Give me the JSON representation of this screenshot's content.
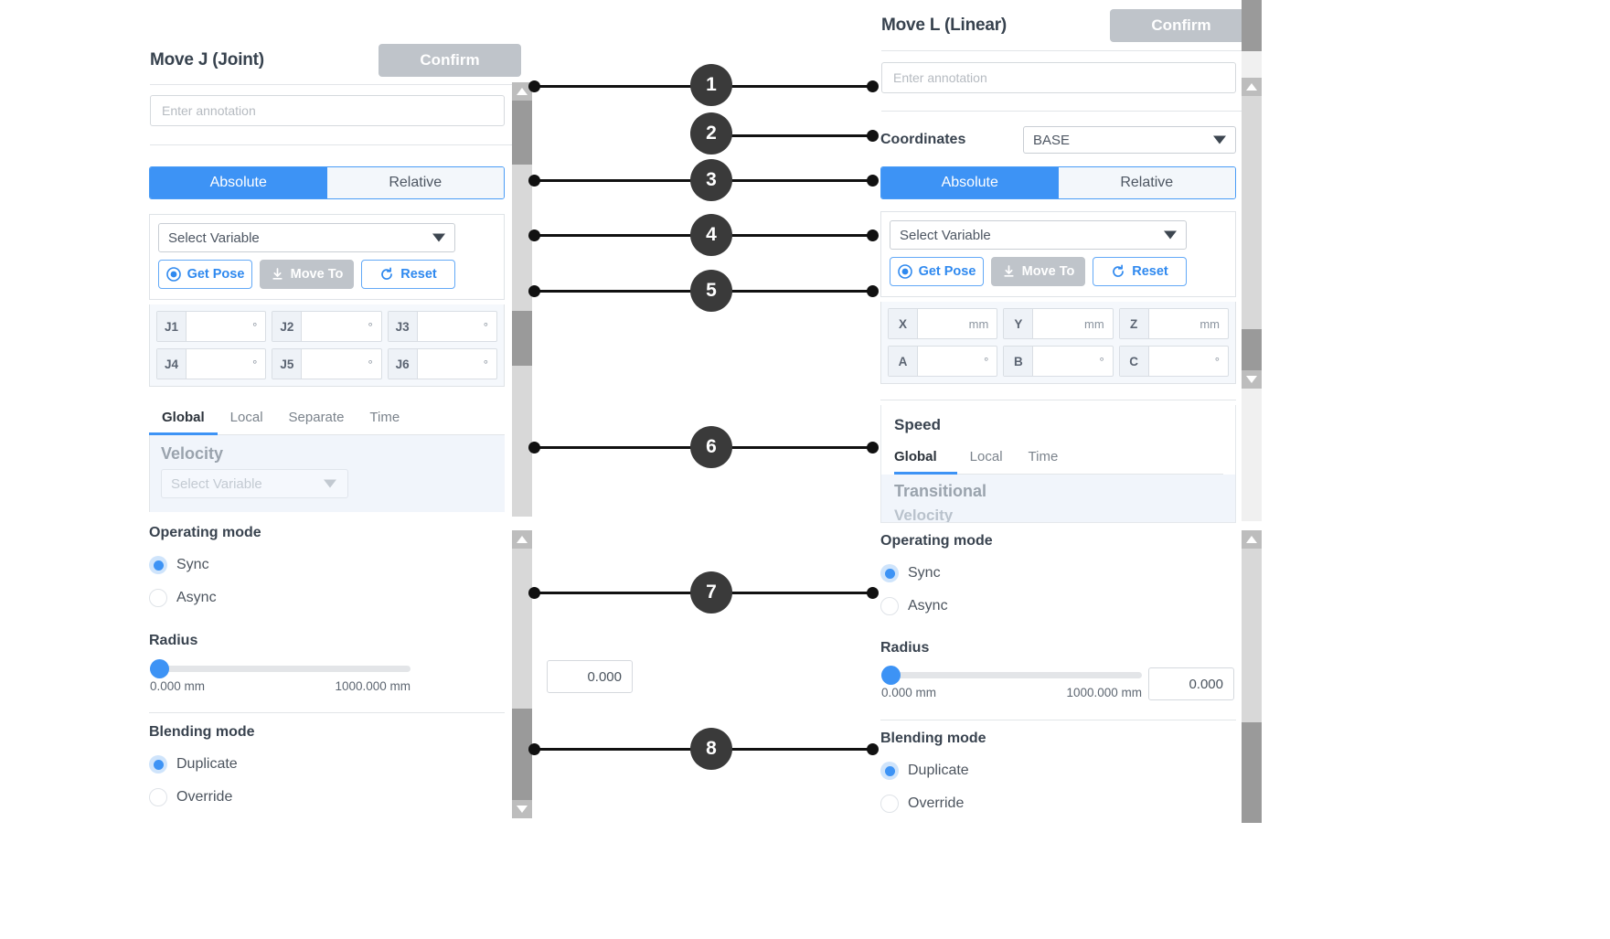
{
  "left_panel": {
    "title": "Move J (Joint)",
    "confirm_label": "Confirm",
    "annotation_placeholder": "Enter annotation",
    "mode_tabs": {
      "absolute": "Absolute",
      "relative": "Relative",
      "selected": "Absolute"
    },
    "variable_select": "Select Variable",
    "buttons": {
      "get_pose": "Get Pose",
      "move_to": "Move To",
      "reset": "Reset"
    },
    "pose_fields": [
      {
        "label": "J1",
        "value": "",
        "unit": "°"
      },
      {
        "label": "J2",
        "value": "",
        "unit": "°"
      },
      {
        "label": "J3",
        "value": "",
        "unit": "°"
      },
      {
        "label": "J4",
        "value": "",
        "unit": "°"
      },
      {
        "label": "J5",
        "value": "",
        "unit": "°"
      },
      {
        "label": "J6",
        "value": "",
        "unit": "°"
      }
    ],
    "speed_tabs": [
      "Global",
      "Local",
      "Separate",
      "Time"
    ],
    "speed_tab_selected": "Global",
    "velocity_label": "Velocity",
    "velocity_select": "Select Variable",
    "operating_mode": {
      "title": "Operating mode",
      "options": [
        "Sync",
        "Async"
      ],
      "selected": "Sync"
    },
    "radius": {
      "title": "Radius",
      "min_label": "0.000 mm",
      "max_label": "1000.000 mm",
      "value": "0.000"
    },
    "blending_mode": {
      "title": "Blending mode",
      "options": [
        "Duplicate",
        "Override"
      ],
      "selected": "Duplicate"
    }
  },
  "right_panel": {
    "title": "Move L (Linear)",
    "confirm_label": "Confirm",
    "annotation_placeholder": "Enter annotation",
    "coordinates_label": "Coordinates",
    "coordinates_value": "BASE",
    "mode_tabs": {
      "absolute": "Absolute",
      "relative": "Relative",
      "selected": "Absolute"
    },
    "variable_select": "Select Variable",
    "buttons": {
      "get_pose": "Get Pose",
      "move_to": "Move To",
      "reset": "Reset"
    },
    "pose_fields": [
      {
        "label": "X",
        "value": "",
        "unit": "mm"
      },
      {
        "label": "Y",
        "value": "",
        "unit": "mm"
      },
      {
        "label": "Z",
        "value": "",
        "unit": "mm"
      },
      {
        "label": "A",
        "value": "",
        "unit": "°"
      },
      {
        "label": "B",
        "value": "",
        "unit": "°"
      },
      {
        "label": "C",
        "value": "",
        "unit": "°"
      }
    ],
    "speed_title": "Speed",
    "speed_tabs": [
      "Global",
      "Local",
      "Time"
    ],
    "speed_tab_selected": "Global",
    "transitional_label": "Transitional",
    "transitional_sub": "Velocity",
    "operating_mode": {
      "title": "Operating mode",
      "options": [
        "Sync",
        "Async"
      ],
      "selected": "Sync"
    },
    "radius": {
      "title": "Radius",
      "min_label": "0.000 mm",
      "max_label": "1000.000 mm",
      "value": "0.000"
    },
    "blending_mode": {
      "title": "Blending mode",
      "options": [
        "Duplicate",
        "Override"
      ],
      "selected": "Duplicate"
    }
  },
  "callouts": [
    {
      "num": "1"
    },
    {
      "num": "2"
    },
    {
      "num": "3"
    },
    {
      "num": "4"
    },
    {
      "num": "5"
    },
    {
      "num": "6"
    },
    {
      "num": "7"
    },
    {
      "num": "8"
    }
  ],
  "colors": {
    "accent": "#3d93f5",
    "accent_light": "#cfe4fb",
    "disabled_grey": "#bfc4ca",
    "text_dark": "#37424e",
    "callout_bg": "#3a3a3a"
  }
}
